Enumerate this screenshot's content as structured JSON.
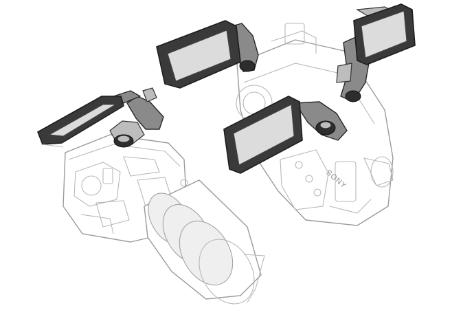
{
  "image": {
    "brand_text": "SONY"
  },
  "colors": {
    "background": "#ffffff",
    "outline": "#9a9a9a",
    "monitor_body": "#3a3a3a",
    "monitor_screen": "#dcdcdc",
    "mount_arm": "#8a8a8a"
  },
  "icons": [
    "camera-left",
    "camera-right",
    "monitor-left",
    "monitor-right-top-left",
    "monitor-right-top-right",
    "monitor-right-front"
  ]
}
